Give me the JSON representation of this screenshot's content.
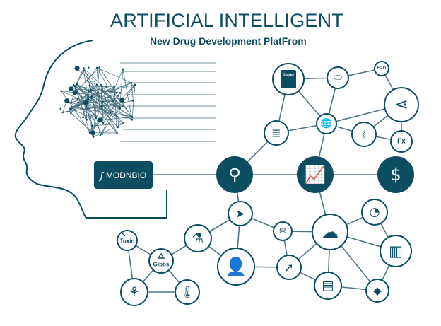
{
  "header": {
    "title": "ARTIFICIAL INTELLIGENT",
    "subtitle": "New Drug Development PlatFrom"
  },
  "brand": {
    "label": "MODNBIO",
    "icon": "modnbio-logo-icon"
  },
  "colors": {
    "primary": "#0d4d62",
    "edge": "#4f7686"
  },
  "nodes": [
    {
      "id": "paper",
      "icon": "paper-icon",
      "label": "Paper"
    },
    {
      "id": "pill",
      "icon": "pill-icon"
    },
    {
      "id": "h2o",
      "icon": "h2o-icon",
      "label": "H2O"
    },
    {
      "id": "share",
      "icon": "share-icon"
    },
    {
      "id": "globe",
      "icon": "globe-icon"
    },
    {
      "id": "database",
      "icon": "database-icon"
    },
    {
      "id": "dna",
      "icon": "dna-icon"
    },
    {
      "id": "fx",
      "icon": "fx-icon",
      "label": "Fx"
    },
    {
      "id": "search",
      "icon": "search-icon"
    },
    {
      "id": "growth",
      "icon": "growth-chart-icon"
    },
    {
      "id": "money",
      "icon": "money-hand-icon"
    },
    {
      "id": "plane",
      "icon": "paper-plane-icon"
    },
    {
      "id": "flask",
      "icon": "lab-flask-icon"
    },
    {
      "id": "mail",
      "icon": "mail-icon"
    },
    {
      "id": "cloud",
      "icon": "cloud-icon"
    },
    {
      "id": "pie",
      "icon": "pie-chart-icon"
    },
    {
      "id": "bars",
      "icon": "bar-chart-icon"
    },
    {
      "id": "user",
      "icon": "user-idea-icon"
    },
    {
      "id": "cursor",
      "icon": "cursor-click-icon"
    },
    {
      "id": "doc",
      "icon": "document-check-icon"
    },
    {
      "id": "tag",
      "icon": "tag-icon"
    },
    {
      "id": "toxin",
      "icon": "toxin-icon",
      "label": "Toxin"
    },
    {
      "id": "gibbs",
      "icon": "gibbs-icon",
      "label": "Gibbs"
    },
    {
      "id": "tree",
      "icon": "molecule-tree-icon"
    },
    {
      "id": "thermo",
      "icon": "thermometer-icon"
    }
  ]
}
